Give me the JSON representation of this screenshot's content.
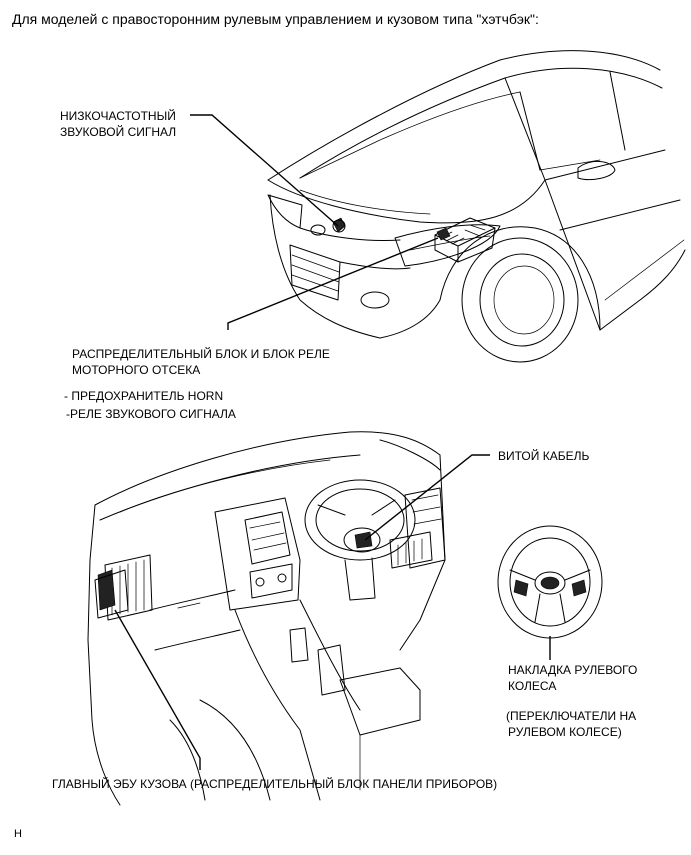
{
  "heading": "Для моделей с правосторонним рулевым управлением и кузовом типа \"хэтчбэк\":",
  "labels": {
    "horn_line1": "НИЗКОЧАСТОТНЫЙ",
    "horn_line2": "ЗВУКОВОЙ СИГНАЛ",
    "relay_line1": "РАСПРЕДЕЛИТЕЛЬНЫЙ БЛОК И БЛОК РЕЛЕ",
    "relay_line2": "МОТОРНОГО ОТСЕКА",
    "relay_item1": "- ПРЕДОХРАНИТЕЛЬ HORN",
    "relay_item2": "-РЕЛЕ ЗВУКОВОГО СИГНАЛА",
    "spiral_cable": "ВИТОЙ КАБЕЛЬ",
    "pad_line1": "НАКЛАДКА РУЛЕВОГО",
    "pad_line2": "КОЛЕСА",
    "switch_line1": "(ПЕРЕКЛЮЧАТЕЛИ НА",
    "switch_line2": "РУЛЕВОМ КОЛЕСЕ)",
    "body_ecu": "ГЛАВНЫЙ ЭБУ КУЗОВА (РАСПРЕДЕЛИТЕЛЬНЫЙ БЛОК ПАНЕЛИ ПРИБОРОВ)"
  },
  "footer": "H"
}
